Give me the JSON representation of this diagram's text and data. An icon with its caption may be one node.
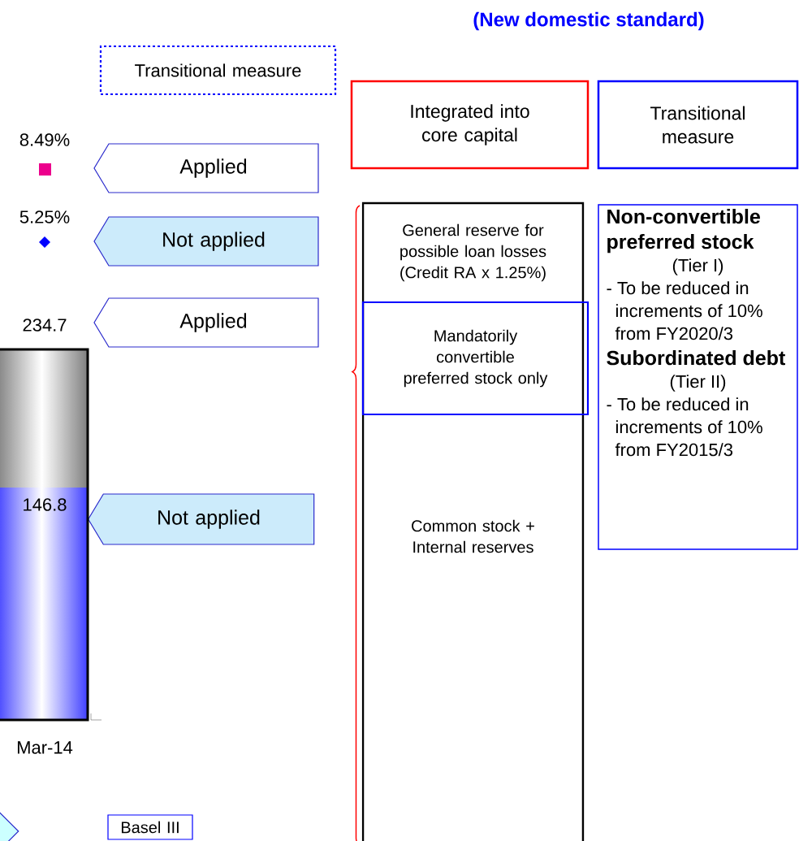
{
  "diagram": {
    "title": "(New domestic standard)",
    "nodes": [
      {
        "text": [
          "Transitional measure"
        ]
      },
      {
        "text": [
          "Integrated into core capital"
        ]
      },
      {
        "text": [
          "Transitional measure"
        ]
      },
      {
        "text": [
          "Applied"
        ]
      },
      {
        "text": [
          "Not applied"
        ]
      },
      {
        "text": [
          "Applied"
        ]
      },
      {
        "text": [
          "Not applied"
        ]
      },
      {
        "text": [],
        "shape": "box"
      },
      {
        "text": [
          "General reserve for possible loan losses (Credit RA x 1.25%)"
        ],
        "in": 7
      },
      {
        "text": [
          "Mandatorily convertible preferred stock only"
        ],
        "in": 7
      },
      {
        "text": [
          "Common stock + Internal reserves"
        ],
        "in": 7
      },
      {
        "text": [
          "Non-convertible preferred stock",
          "(Tier I)",
          "- To be reduced in increments of 10% from FY2020/3",
          "Subordinated debt",
          "(Tier II)",
          "- To be reduced in increments of 10% from FY2015/3"
        ]
      },
      {
        "text": [
          "Basel III"
        ]
      },
      {
        "text": [],
        "shape": "arrow"
      }
    ],
    "labels": [
      "8.49%",
      "5.25%",
      "234.7",
      "146.8",
      "Mar-14"
    ]
  }
}
